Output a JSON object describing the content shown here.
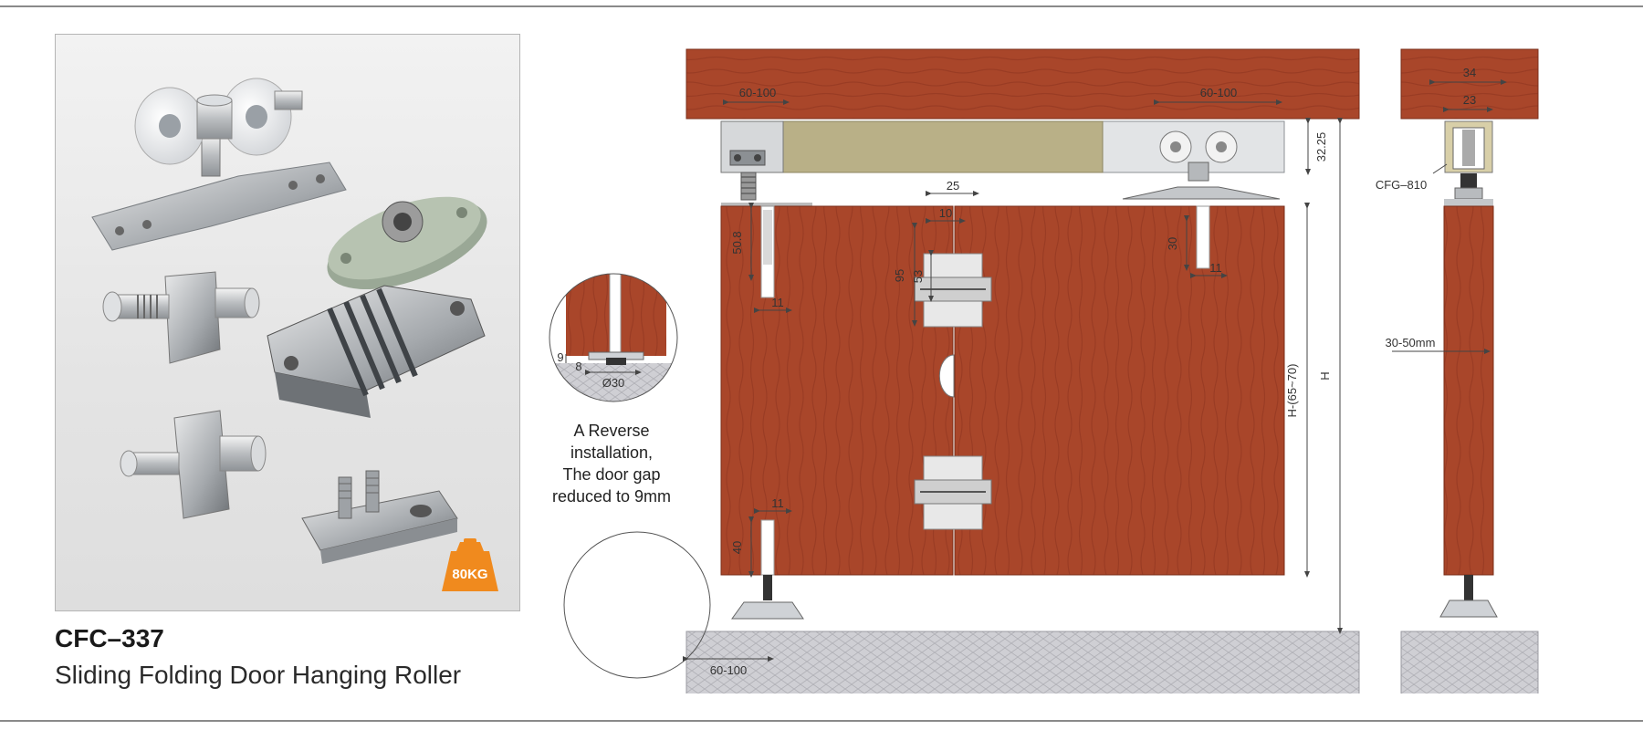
{
  "product": {
    "code": "CFC–337",
    "name": "Sliding Folding Door Hanging Roller",
    "load_badge": "80KG"
  },
  "note": {
    "line1": "A Reverse",
    "line2": "installation,",
    "line3": "The door gap",
    "line4": "reduced to 9mm"
  },
  "dimensions": {
    "top_left_offset": "60-100",
    "top_right_offset": "60-100",
    "track_height": "32.25",
    "hinge_spacing": "25",
    "hinge_small": "10",
    "hinge_95": "95",
    "hinge_53": "53",
    "top_pin_height": "50.8",
    "top_pin_offset": "11",
    "roller_pin_height": "30",
    "roller_pin_offset": "11",
    "bottom_pin_offset": "11",
    "bottom_pin_height": "40",
    "bottom_offset": "60-100",
    "door_height": "H-(65~70)",
    "total_height": "H",
    "side_track_width": "34",
    "side_inner_width": "23",
    "side_model": "CFG–810",
    "door_thickness": "30-50mm",
    "detail_gap": "9",
    "detail_small": "8",
    "detail_diameter": "Ø30"
  },
  "colors": {
    "wood": "#a9462a",
    "wood_dark": "#8f3620",
    "floor": "#cfcfd4",
    "track": "#e2e4e6",
    "accent_badge": "#f08a1e"
  }
}
